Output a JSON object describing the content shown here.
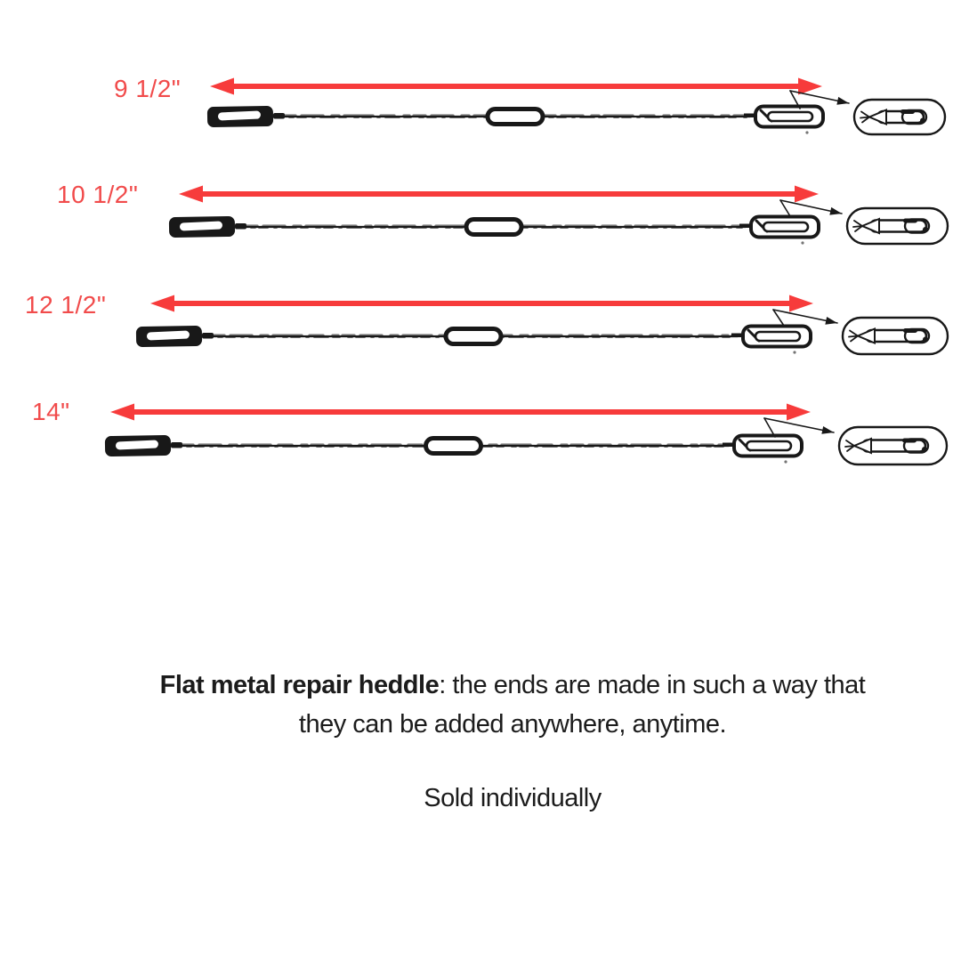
{
  "colors": {
    "arrow": "#f73b3b",
    "label": "#f14b4b",
    "ink": "#181818",
    "background": "#ffffff"
  },
  "rows": [
    {
      "label": "9 1/2\""
    },
    {
      "label": "10 1/2\""
    },
    {
      "label": "12 1/2\""
    },
    {
      "label": "14\""
    }
  ],
  "description": {
    "line1_bold": "Flat metal repair heddle",
    "line1_rest": ": the ends are made in such a way that",
    "line2": "they can be added anywhere, anytime."
  },
  "sold_text": "Sold individually"
}
